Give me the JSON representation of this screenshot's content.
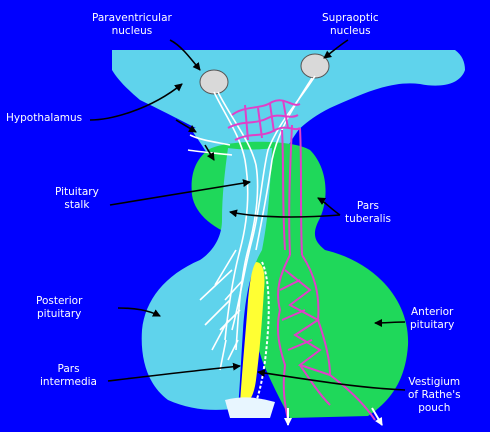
{
  "labels": {
    "paraventricular": [
      "Paraventricular",
      "nucleus"
    ],
    "supraoptic": [
      "Supraoptic",
      "nucleus"
    ],
    "hypothalamus": [
      "Hypothalamus"
    ],
    "stalk": [
      "Pituitary",
      "stalk"
    ],
    "tuberalis": [
      "Pars",
      "tuberalis"
    ],
    "posterior": [
      "Posterior",
      "pituitary"
    ],
    "anterior": [
      "Anterior",
      "pituitary"
    ],
    "intermedia": [
      "Pars",
      "intermedia"
    ],
    "vestigium": [
      "Vestigium",
      "of Rathe's",
      "pouch"
    ]
  },
  "colors": {
    "background": "#0000ff",
    "neural_tissue": "#5fd3ec",
    "adenohypophysis": "#1fd85a",
    "pars_intermedia": "#ffff33",
    "vessels": "#e040c8",
    "axons": "#ffffff",
    "nuclei": "#d9d9d9",
    "text": "#ffffff"
  }
}
